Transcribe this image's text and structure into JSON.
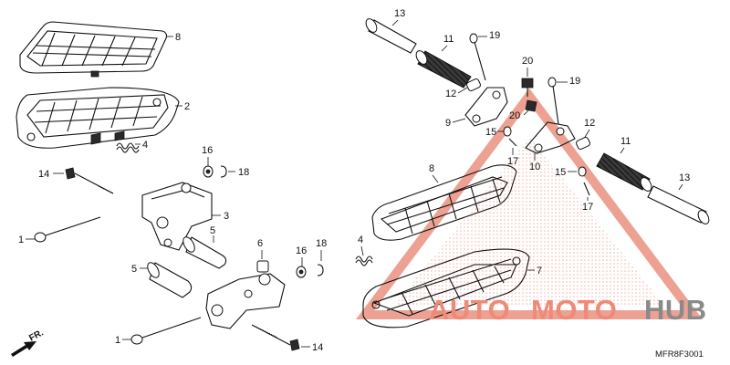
{
  "diagram_code": "MFR8F3001",
  "front_marker": "FR.",
  "watermark": {
    "part_a": "AUTO",
    "part_b": "MOTO",
    "part_c": "HUB",
    "accent": "#e8826e",
    "neutral": "#8a8a8a"
  },
  "labels": {
    "l8a": "8",
    "l2": "2",
    "l4a": "4",
    "l16a": "16",
    "l18a": "18",
    "l14a": "14",
    "l3": "3",
    "l1a": "1",
    "l5a": "5",
    "l6": "6",
    "l16b": "16",
    "l18b": "18",
    "l5b": "5",
    "l1b": "1",
    "l14b": "14",
    "l13a": "13",
    "l19a": "19",
    "l11a": "11",
    "l20a": "20",
    "l19b": "19",
    "l12a": "12",
    "l9": "9",
    "l20b": "20",
    "l15a": "15",
    "l17a": "17",
    "l10": "10",
    "l12b": "12",
    "l11b": "11",
    "l15b": "15",
    "l13b": "13",
    "l17b": "17",
    "l8b": "8",
    "l4b": "4",
    "l7": "7"
  }
}
